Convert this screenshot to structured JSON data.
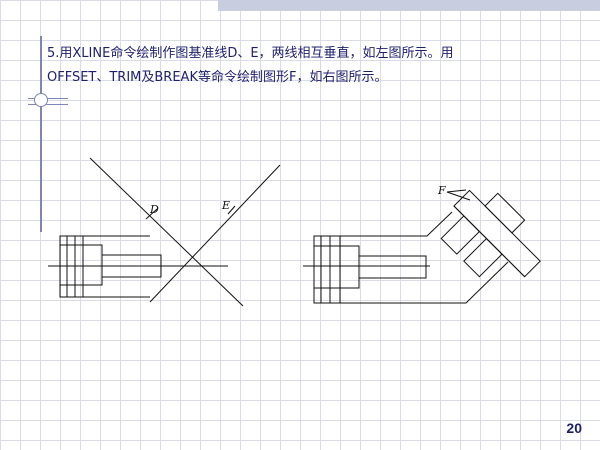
{
  "instruction": {
    "line1": "5.用XLINE命令绘制作图基准线D、E，两线相互垂直，如左图所示。用",
    "line2": "OFFSET、TRIM及BREAK等命令绘制图形F，如右图所示。"
  },
  "labels": {
    "D": "D",
    "E": "E",
    "F": "F"
  },
  "page_number": "20",
  "colors": {
    "text": "#1c1f6e",
    "grid": "#d9dce6",
    "accent": "#7d86b4"
  }
}
